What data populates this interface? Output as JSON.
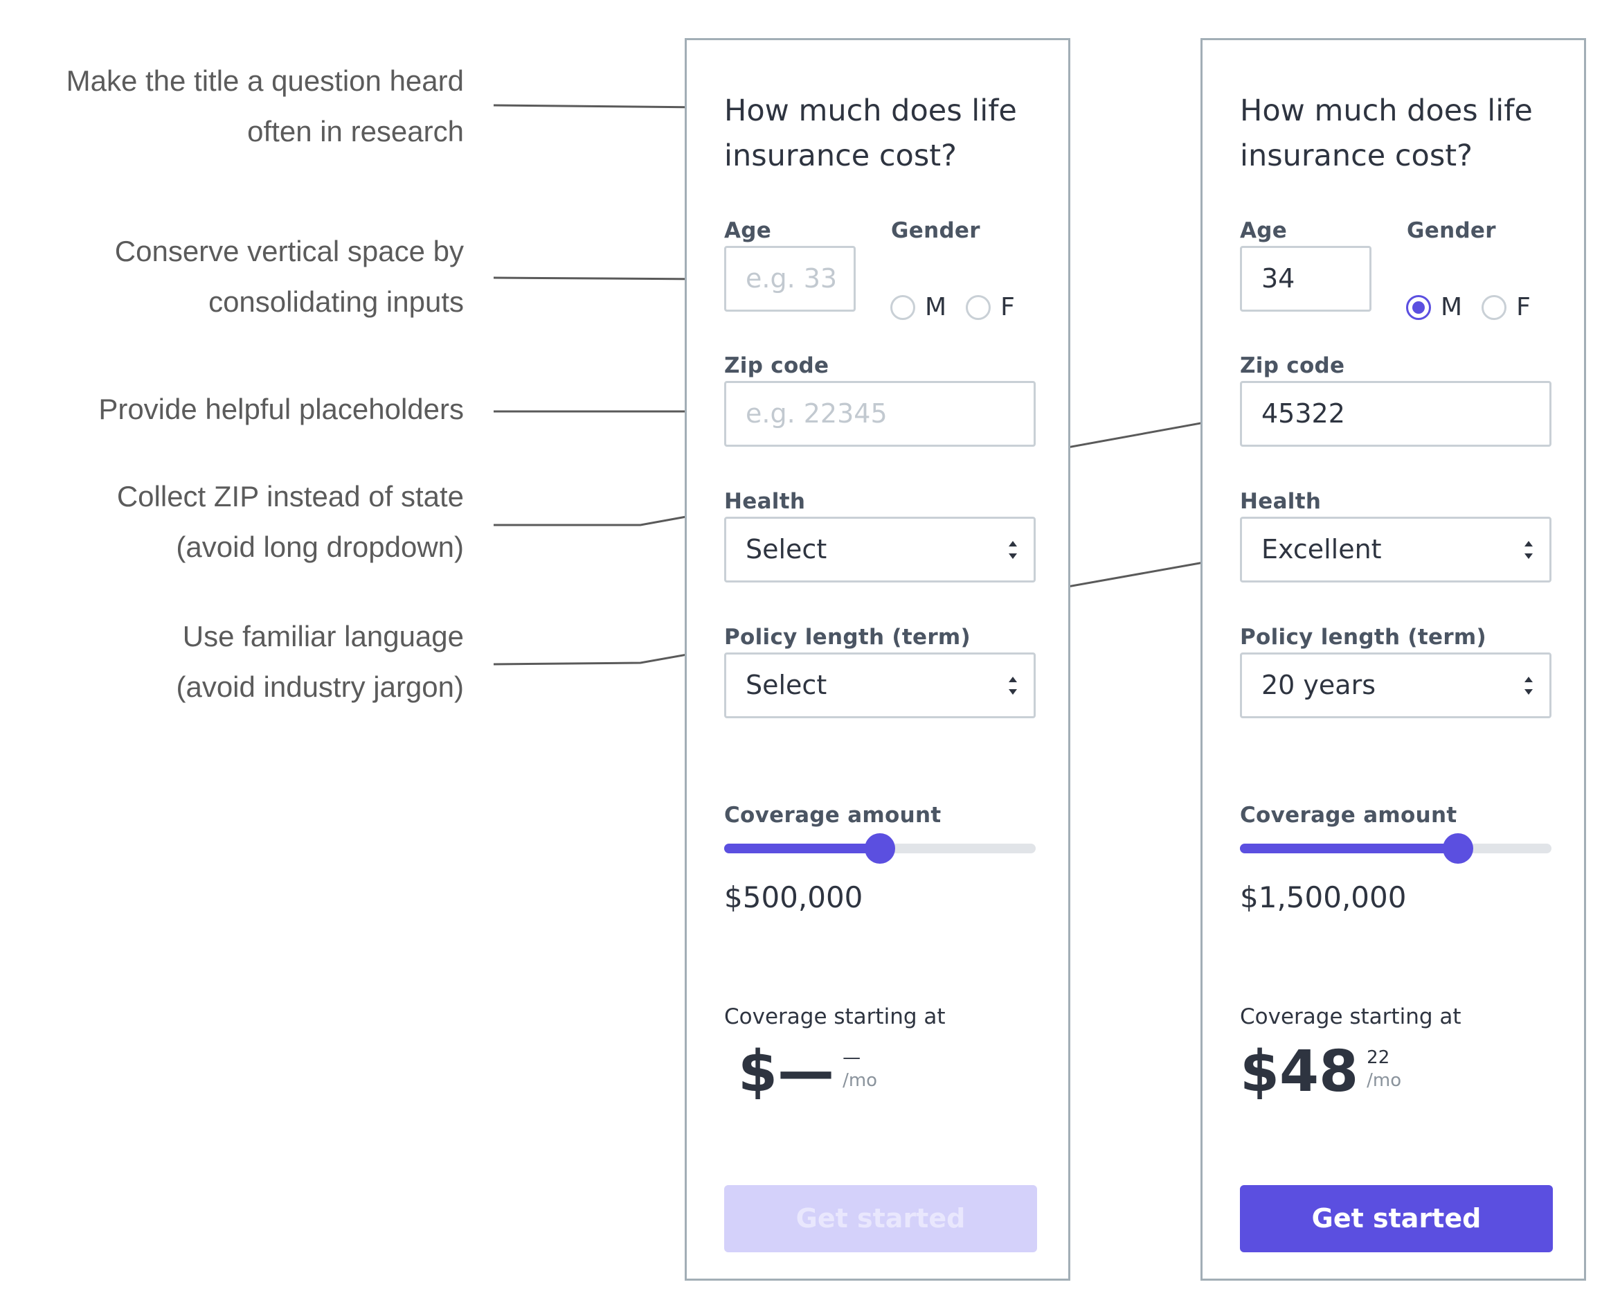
{
  "annotations": [
    {
      "line1": "Make the title a question heard",
      "line2": "often in research"
    },
    {
      "line1": "Conserve vertical space by",
      "line2": "consolidating inputs"
    },
    {
      "line1": "Provide helpful placeholders",
      "line2": ""
    },
    {
      "line1": "Collect ZIP instead of state",
      "line2": "(avoid long dropdown)"
    },
    {
      "line1": "Use familiar language",
      "line2": "(avoid industry jargon)"
    }
  ],
  "empty_form": {
    "title": "How much does life insurance cost?",
    "age_label": "Age",
    "age_placeholder": "e.g. 33",
    "gender_label": "Gender",
    "gender_m": "M",
    "gender_f": "F",
    "zip_label": "Zip code",
    "zip_placeholder": "e.g. 22345",
    "health_label": "Health",
    "health_value": "Select",
    "term_label": "Policy length (term)",
    "term_value": "Select",
    "coverage_label": "Coverage amount",
    "coverage_amount": "$500,000",
    "coverage_fraction": 0.5,
    "starting_label": "Coverage starting at",
    "price_main": "$—",
    "price_cents": "—",
    "price_unit": "/mo",
    "button_label": "Get started",
    "button_state": "disabled"
  },
  "filled_form": {
    "title": "How much does life insurance cost?",
    "age_label": "Age",
    "age_value": "34",
    "gender_label": "Gender",
    "gender_m": "M",
    "gender_f": "F",
    "gender_selected": "M",
    "zip_label": "Zip code",
    "zip_value": "45322",
    "health_label": "Health",
    "health_value": "Excellent",
    "term_label": "Policy length (term)",
    "term_value": "20 years",
    "coverage_label": "Coverage amount",
    "coverage_amount": "$1,500,000",
    "coverage_fraction": 0.7,
    "starting_label": "Coverage starting at",
    "price_main": "$48",
    "price_cents": "22",
    "price_unit": "/mo",
    "button_label": "Get started",
    "button_state": "enabled"
  },
  "colors": {
    "accent": "#5b4fe0",
    "accent_disabled": "#d4d1fa",
    "border": "#c9d0d6",
    "card_border": "#a2aeb6"
  }
}
